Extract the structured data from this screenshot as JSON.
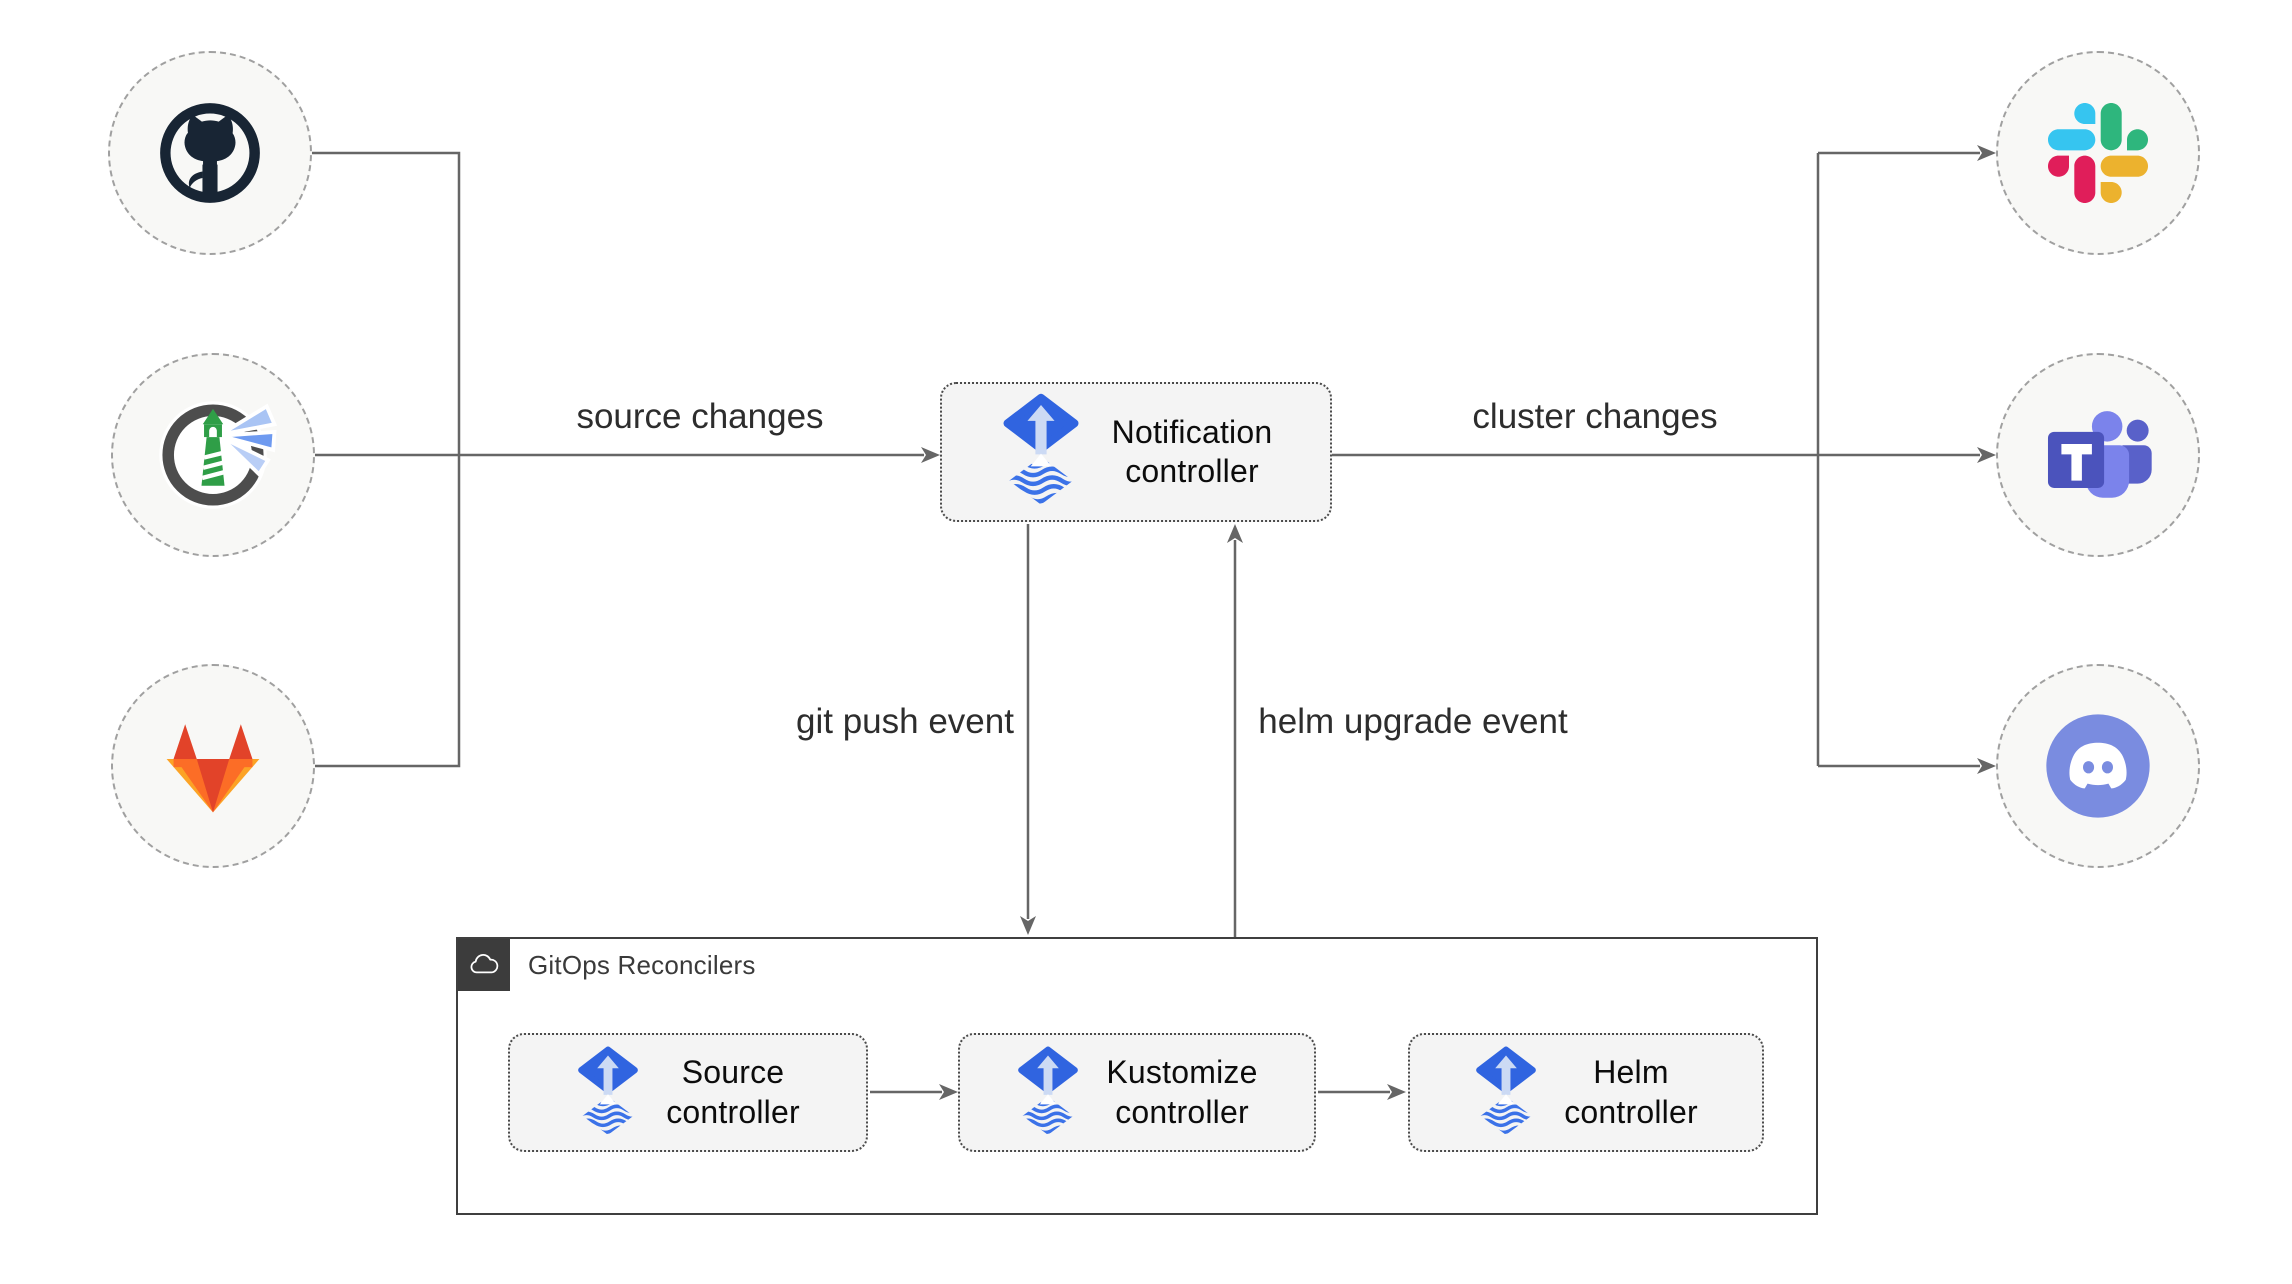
{
  "nodes": {
    "notification_controller": {
      "label": "Notification\ncontroller",
      "icon": "flux-icon"
    },
    "source_controller": {
      "label": "Source\ncontroller",
      "icon": "flux-icon"
    },
    "kustomize_controller": {
      "label": "Kustomize\ncontroller",
      "icon": "flux-icon"
    },
    "helm_controller": {
      "label": "Helm\ncontroller",
      "icon": "flux-icon"
    }
  },
  "event_sources": [
    {
      "id": "github",
      "icon": "github-icon"
    },
    {
      "id": "harbor",
      "icon": "harbor-icon"
    },
    {
      "id": "gitlab",
      "icon": "gitlab-icon"
    }
  ],
  "notification_targets": [
    {
      "id": "slack",
      "icon": "slack-icon"
    },
    {
      "id": "teams",
      "icon": "microsoft-teams-icon"
    },
    {
      "id": "discord",
      "icon": "discord-icon"
    }
  ],
  "edge_labels": {
    "source_changes": "source changes",
    "cluster_changes": "cluster changes",
    "git_push_event": "git push event",
    "helm_upgrade_event": "helm upgrade event"
  },
  "container": {
    "label": "GitOps Reconcilers",
    "icon": "cloud-icon"
  },
  "colors": {
    "flux_blue": "#3064e0",
    "wire_gray": "#666666",
    "node_fill": "#f4f4f4",
    "circle_fill": "#f8f8f6",
    "github_dark": "#182534",
    "harbor_green": "#2f9e47",
    "gitlab_palette": [
      "#e24329",
      "#fc6d26",
      "#fca326"
    ],
    "slack_palette": [
      "#36c5f0",
      "#2eb67d",
      "#ecb22e",
      "#e01e5a"
    ],
    "teams_purple": "#4b53bc",
    "discord_blurple": "#7a8ce0"
  }
}
